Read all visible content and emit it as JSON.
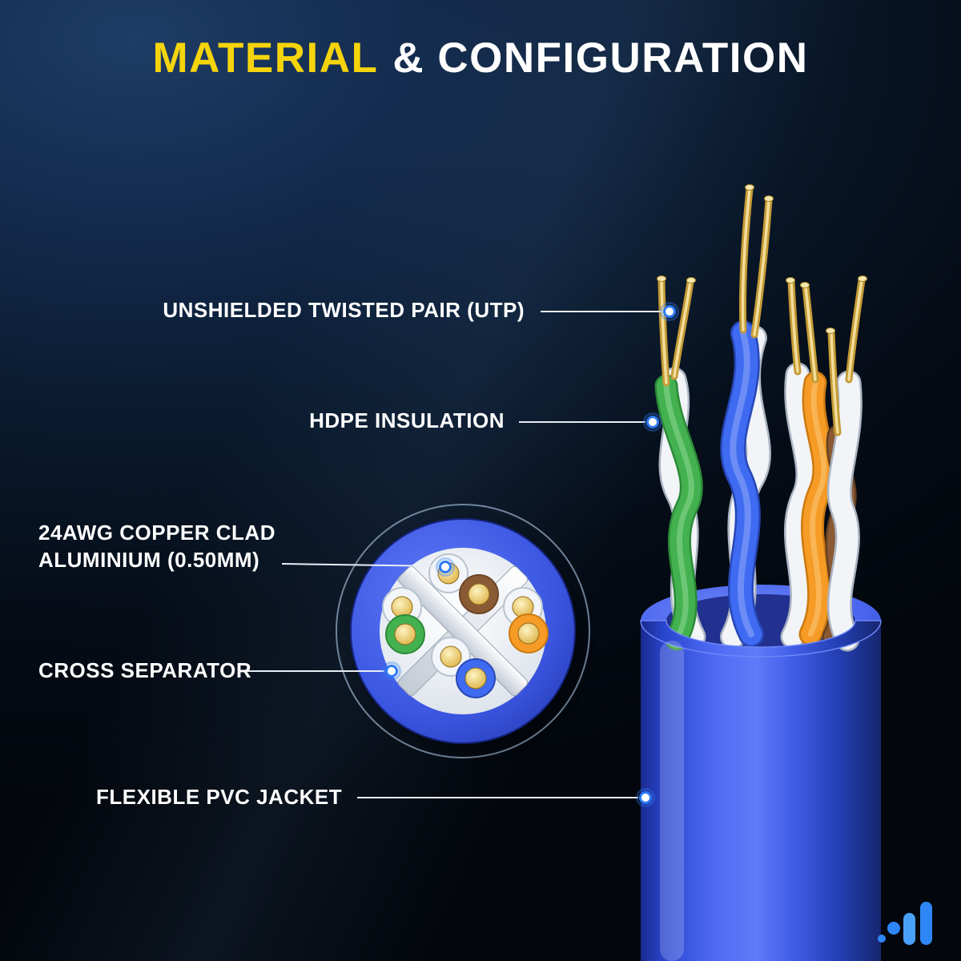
{
  "title": {
    "highlight": "MATERIAL",
    "rest": "& CONFIGURATION"
  },
  "labels": {
    "utp": "UNSHIELDED TWISTED PAIR (UTP)",
    "hdpe": "HDPE INSULATION",
    "awg": "24AWG COPPER CLAD ALUMINIUM (0.50MM)",
    "separator": "CROSS SEPARATOR",
    "jacket": "FLEXIBLE PVC JACKET"
  },
  "colors": {
    "accent_yellow": "#F5D40C",
    "text_white": "#FFFFFF",
    "background_top": "#1E3C66",
    "background_bottom": "#03070D",
    "cable_jacket_blue": "#3A57E8",
    "wire_blue": "#3F6BF2",
    "wire_green": "#43B14F",
    "wire_orange": "#F59B26",
    "wire_brown": "#8A5A34",
    "wire_white": "#F2F4F8",
    "copper_gold": "#E3BE5C",
    "callout_dot_ring": "#2E7BF6",
    "leader_line": "#E8EEF5",
    "logo_blue": "#2E86F7"
  }
}
